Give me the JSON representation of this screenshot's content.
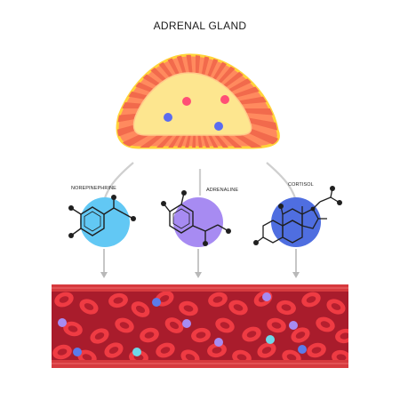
{
  "title": "ADRENAL GLAND",
  "hormones": [
    {
      "label": "NOREPINEPHRINE",
      "color": "#62c8f4"
    },
    {
      "label": "ADRENALINE",
      "color": "#a78bf2"
    },
    {
      "label": "CORTISOL",
      "color": "#4f6ee0"
    }
  ],
  "colors": {
    "gland_cortex": "#ff8a5e",
    "gland_cortex_stripe": "#f26a4c",
    "gland_outline": "#ffd43a",
    "gland_medulla": "#fde68f",
    "vessel_wall": "#d63a3e",
    "vessel_inner": "#a91c2c",
    "rbc": "#ef3b43",
    "rbc_center": "#b51f2e",
    "arrow": "#b8b8b8"
  }
}
